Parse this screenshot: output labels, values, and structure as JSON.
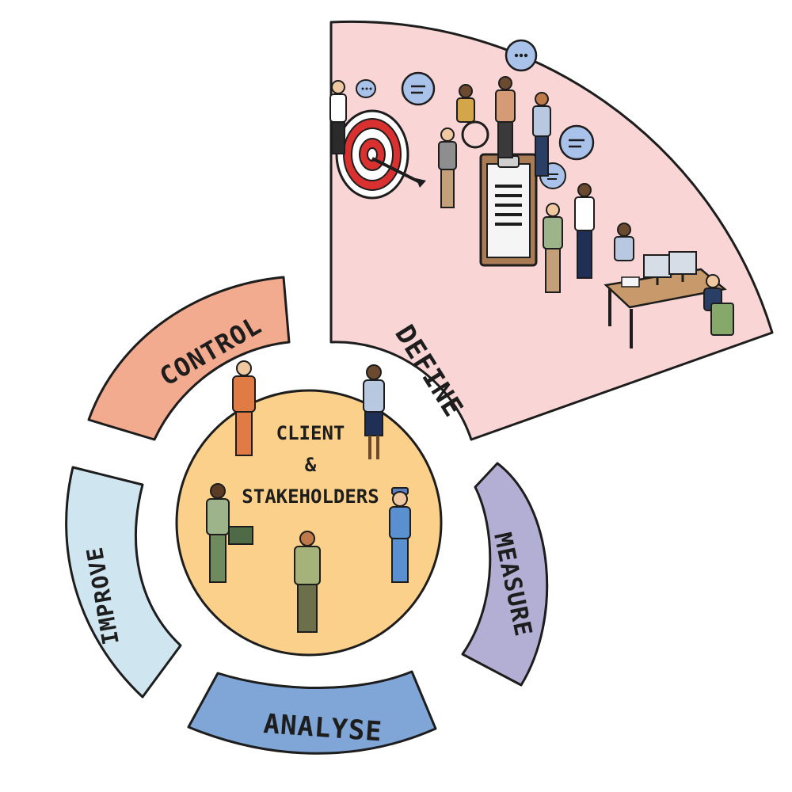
{
  "hub": {
    "line1": "CLIENT",
    "line2": "&",
    "line3": "STAKEHOLDERS"
  },
  "segments": {
    "define": "DEFINE",
    "measure": "MEASURE",
    "analyse": "ANALYSE",
    "improve": "IMPROVE",
    "control": "CONTROL"
  },
  "colors": {
    "define": "#f9d5d5",
    "measure": "#b3aed3",
    "analyse": "#7fa6d6",
    "improve": "#cfe6f1",
    "control": "#f2ab8e",
    "hub": "#fbd08a",
    "outline": "#1d1d1d"
  },
  "icons": {
    "target": "target-with-arrow-icon",
    "clipboard": "clipboard-icon",
    "speech": "speech-bubble-icon",
    "desk": "office-desk-icon",
    "people": "person-figure-icon"
  }
}
